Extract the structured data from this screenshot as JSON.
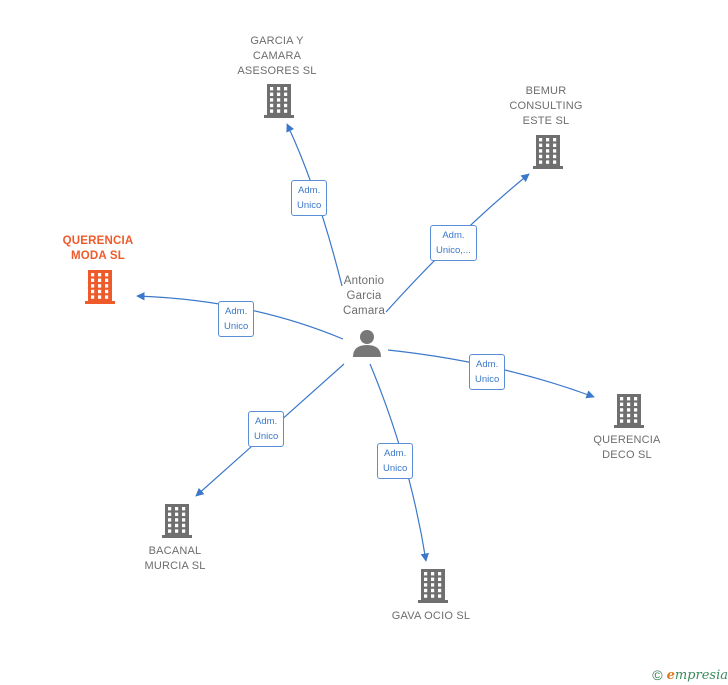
{
  "center": {
    "name": "Antonio\nGarcia\nCamara"
  },
  "companies": [
    {
      "id": "garcia",
      "name": "GARCIA Y\nCAMARA\nASESORES  SL",
      "color": "#6f6f6f",
      "role": "Adm.\nUnico"
    },
    {
      "id": "bemur",
      "name": "BEMUR\nCONSULTING\nESTE  SL",
      "color": "#6f6f6f",
      "role": "Adm.\nUnico,..."
    },
    {
      "id": "querencia-moda",
      "name": "QUERENCIA\nMODA  SL",
      "color": "#ef5a2b",
      "role": "Adm.\nUnico"
    },
    {
      "id": "querencia-deco",
      "name": "QUERENCIA\nDECO  SL",
      "color": "#6f6f6f",
      "role": "Adm.\nUnico"
    },
    {
      "id": "bacanal",
      "name": "BACANAL\nMURCIA  SL",
      "color": "#6f6f6f",
      "role": "Adm.\nUnico"
    },
    {
      "id": "gava",
      "name": "GAVA OCIO SL",
      "color": "#6f6f6f",
      "role": "Adm.\nUnico"
    }
  ],
  "colors": {
    "edge": "#3b78c9",
    "building": "#6f6f6f",
    "main": "#ef5a2b",
    "person": "#777777"
  },
  "footer": {
    "copyright": "©",
    "brand_initial": "e",
    "brand_rest": "mpresia"
  }
}
